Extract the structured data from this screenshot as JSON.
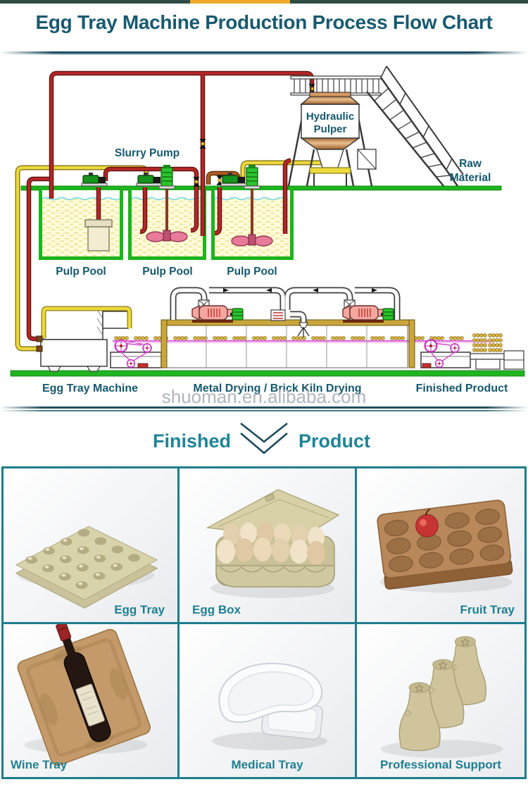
{
  "title": "Egg Tray Machine Production Process Flow Chart",
  "colors": {
    "title_teal": "#175a70",
    "label_teal": "#15586e",
    "accent_teal": "#1f8496",
    "grid_border": "#1e7d8c",
    "pipe_red": "#b22626",
    "pipe_yellow": "#ecd93d",
    "pool_green": "#1db41d",
    "conveyor_magenta": "#e05ad6",
    "copper": "#d89a60",
    "top_band": "#2c4c44",
    "top_band_accent": "#f0a828"
  },
  "flowchart": {
    "slurry_pump": "Slurry Pump",
    "hydraulic_pulper_line1": "Hydraulic",
    "hydraulic_pulper_line2": "Pulper",
    "raw_material_line1": "Raw",
    "raw_material_line2": "Material",
    "pulp_pool_1": "Pulp Pool",
    "pulp_pool_2": "Pulp Pool",
    "pulp_pool_3": "Pulp Pool",
    "egg_tray_machine": "Egg Tray Machine",
    "drying": "Metal Drying / Brick Kiln Drying",
    "finished_product": "Finished Product"
  },
  "watermark": "shuoman.en.alibaba.com",
  "section_header": {
    "word1": "Finished",
    "word2": "Product",
    "icon": "chevron-down-double"
  },
  "products": [
    {
      "label": "Egg Tray"
    },
    {
      "label": "Egg Box"
    },
    {
      "label": "Fruit Tray"
    },
    {
      "label": "Wine Tray"
    },
    {
      "label": "Medical Tray"
    },
    {
      "label": "Professional Support"
    }
  ]
}
